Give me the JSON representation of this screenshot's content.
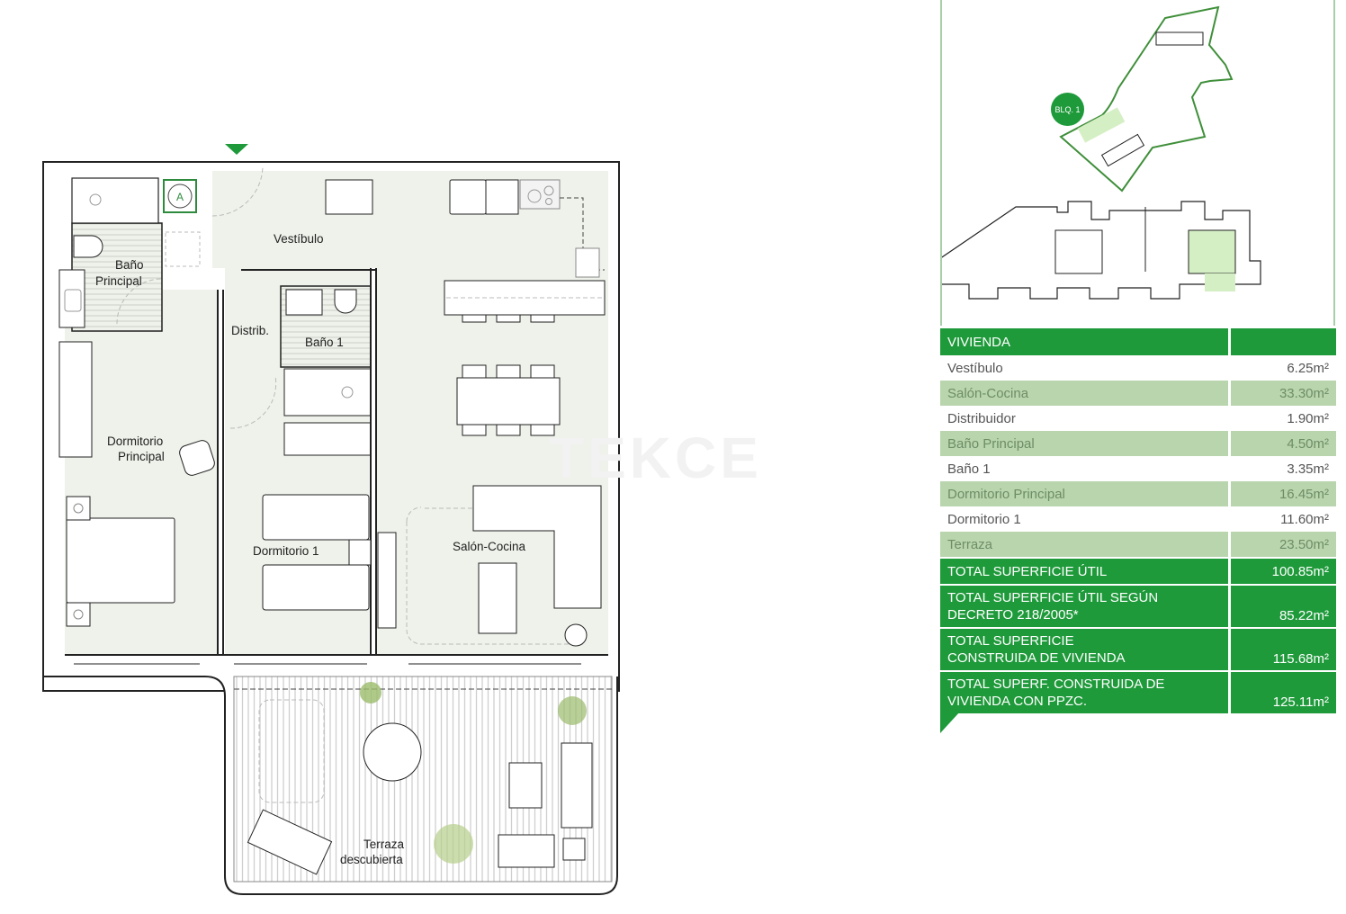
{
  "floor_plan": {
    "rooms": {
      "vestibulo": "Vestíbulo",
      "bano_principal_1": "Baño",
      "bano_principal_2": "Principal",
      "distrib": "Distrib.",
      "bano_1": "Baño 1",
      "dormitorio_principal_1": "Dormitorio",
      "dormitorio_principal_2": "Principal",
      "dormitorio_1": "Dormitorio 1",
      "salon_cocina": "Salón-Cocina",
      "terraza_1": "Terraza",
      "terraza_2": "descubierta"
    },
    "appliance_label": "A",
    "entrance_marker": "entrance-arrow",
    "watermark": "TEKCE"
  },
  "locator": {
    "block_label": "BLQ. 1",
    "highlight_color": "#d5efc4",
    "outline_color": "#3f8f3a"
  },
  "table": {
    "header": {
      "label": "VIVIENDA",
      "value": ""
    },
    "rows": [
      {
        "label": "Vestíbulo",
        "value": "6.25m²"
      },
      {
        "label": "Salón-Cocina",
        "value": "33.30m²"
      },
      {
        "label": "Distribuidor",
        "value": "1.90m²"
      },
      {
        "label": "Baño Principal",
        "value": "4.50m²"
      },
      {
        "label": "Baño 1",
        "value": "3.35m²"
      },
      {
        "label": "Dormitorio Principal",
        "value": "16.45m²"
      },
      {
        "label": "Dormitorio 1",
        "value": "11.60m²"
      },
      {
        "label": "Terraza",
        "value": "23.50m²"
      }
    ],
    "totals": [
      {
        "label_1": "TOTAL SUPERFICIE ÚTIL",
        "label_2": "",
        "value": "100.85m²"
      },
      {
        "label_1": "TOTAL SUPERFICIE ÚTIL SEGÚN",
        "label_2": "DECRETO 218/2005*",
        "value": "85.22m²"
      },
      {
        "label_1": "TOTAL SUPERFICIE",
        "label_2": "CONSTRUIDA DE VIVIENDA",
        "value": "115.68m²"
      },
      {
        "label_1": "TOTAL SUPERF. CONSTRUIDA DE",
        "label_2": "VIVIENDA CON PPZC.",
        "value": "125.11m²"
      }
    ],
    "colors": {
      "accent": "#1f9a3b",
      "shade": "#b9d5ad",
      "shade_text": "#6d8d67"
    }
  }
}
